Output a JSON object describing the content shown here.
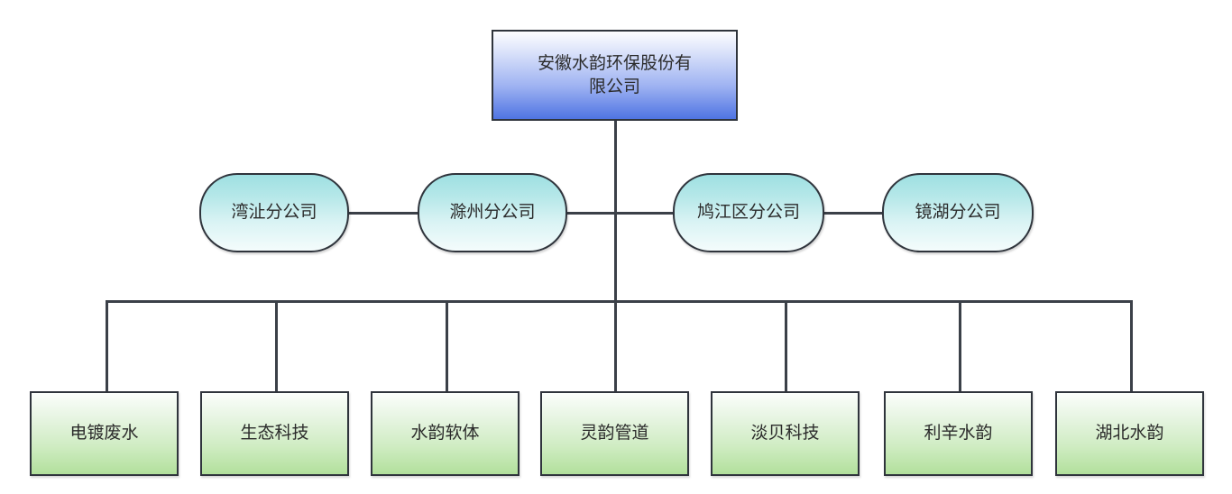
{
  "diagram": {
    "type": "organization-chart",
    "background_color": "#ffffff",
    "connector_color": "#3b4048",
    "text_color": "#2b2b2b"
  },
  "root": {
    "label": "安徽水韵环保股份有\n限公司",
    "fill_top": "#fdfdff",
    "fill_bottom": "#4f74e3"
  },
  "branches": [
    {
      "label": "湾沚分公司"
    },
    {
      "label": "滁州分公司"
    },
    {
      "label": "鸠江区分公司"
    },
    {
      "label": "镜湖分公司"
    }
  ],
  "branch_style": {
    "fill_top": "#9ee0e2",
    "fill_bottom": "#f4fcfc"
  },
  "leaves": [
    {
      "label": "电镀废水"
    },
    {
      "label": "生态科技"
    },
    {
      "label": "水韵软体"
    },
    {
      "label": "灵韵管道"
    },
    {
      "label": "淡贝科技"
    },
    {
      "label": "利辛水韵"
    },
    {
      "label": "湖北水韵"
    }
  ],
  "leaf_style": {
    "fill_top": "#fbfefb",
    "fill_bottom": "#b2e09c"
  }
}
